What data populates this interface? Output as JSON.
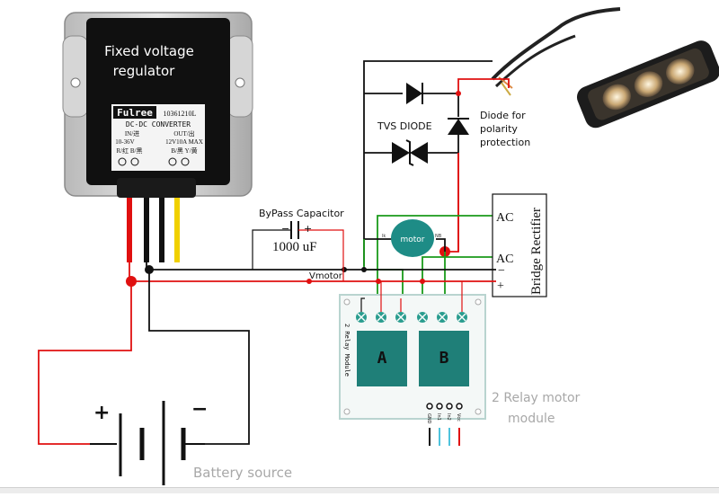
{
  "regulator": {
    "title_line1": "Fixed voltage",
    "title_line2": "regulator",
    "brand": "Fulree",
    "model": "10361210L",
    "type": "DC-DC CONVERTER",
    "in_label": "IN/进",
    "out_label": "OUT/出",
    "in_range": "10-36V",
    "out_rating": "12V10A MAX",
    "in_wires": "R/红 B/黑",
    "out_wires": "B/黑 Y/黄"
  },
  "capacitor": {
    "label": "ByPass Capacitor",
    "value": "1000 uF",
    "minus": "−",
    "plus": "+"
  },
  "rail": {
    "label": "Vmotor"
  },
  "motor": {
    "label": "motor",
    "left_terminal": "lk",
    "right_terminal": "NB"
  },
  "tvs": {
    "label": "TVS DIODE"
  },
  "diode": {
    "line1": "Diode for",
    "line2": "polarity",
    "line3": "protection"
  },
  "bridge": {
    "title": "Bridge Rectifier",
    "ac1": "AC",
    "ac2": "AC",
    "minus": "−",
    "plus": "+"
  },
  "relay": {
    "side_label": "2 Relay Module",
    "relay_a": "A",
    "relay_b": "B",
    "pins": [
      "GND",
      "In1",
      "In2",
      "Vcc"
    ],
    "caption_line1": "2 Relay motor",
    "caption_line2": "module"
  },
  "battery": {
    "plus": "+",
    "minus": "−",
    "caption": "Battery source"
  },
  "colors": {
    "wire_black": "#111111",
    "wire_red": "#e01010",
    "wire_green": "#1a9a1a",
    "wire_yellow": "#f0d000",
    "motor_teal": "#1e8c86",
    "relay_teal": "#1f7f78",
    "terminal_teal": "#2a9d8f"
  },
  "icons": [
    "dc-dc-converter-icon",
    "led-light-bar-icon",
    "motor-icon",
    "battery-icon",
    "relay-module-icon"
  ]
}
